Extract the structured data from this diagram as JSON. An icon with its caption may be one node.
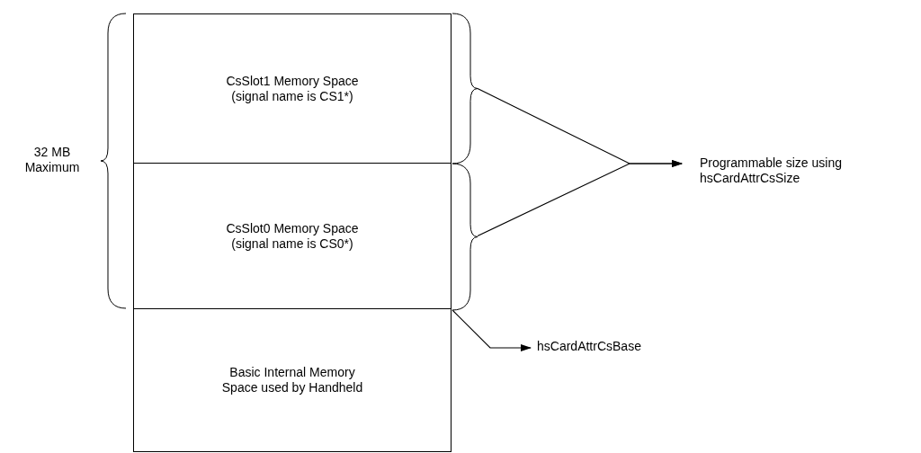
{
  "diagram": {
    "nodes": [
      {
        "text": [
          "CsSlot1 Memory Space",
          "(signal name is CS1*)"
        ]
      },
      {
        "text": [
          "CsSlot0 Memory Space",
          "(signal name is CS0*)"
        ]
      },
      {
        "text": [
          "Basic Internal Memory Space used by Handheld"
        ]
      },
      {
        "text": [
          "Programmable size using hsCardAttrCsSize"
        ]
      },
      {
        "text": [
          "hsCardAttrCsBase"
        ]
      }
    ],
    "edges": [
      {
        "from": 0,
        "to": 3,
        "arrow": "to"
      },
      {
        "from": 1,
        "to": 3,
        "arrow": "to"
      },
      {
        "from": 2,
        "to": 4,
        "arrow": "to"
      }
    ],
    "labels": [
      "32 MB Maximum"
    ]
  }
}
